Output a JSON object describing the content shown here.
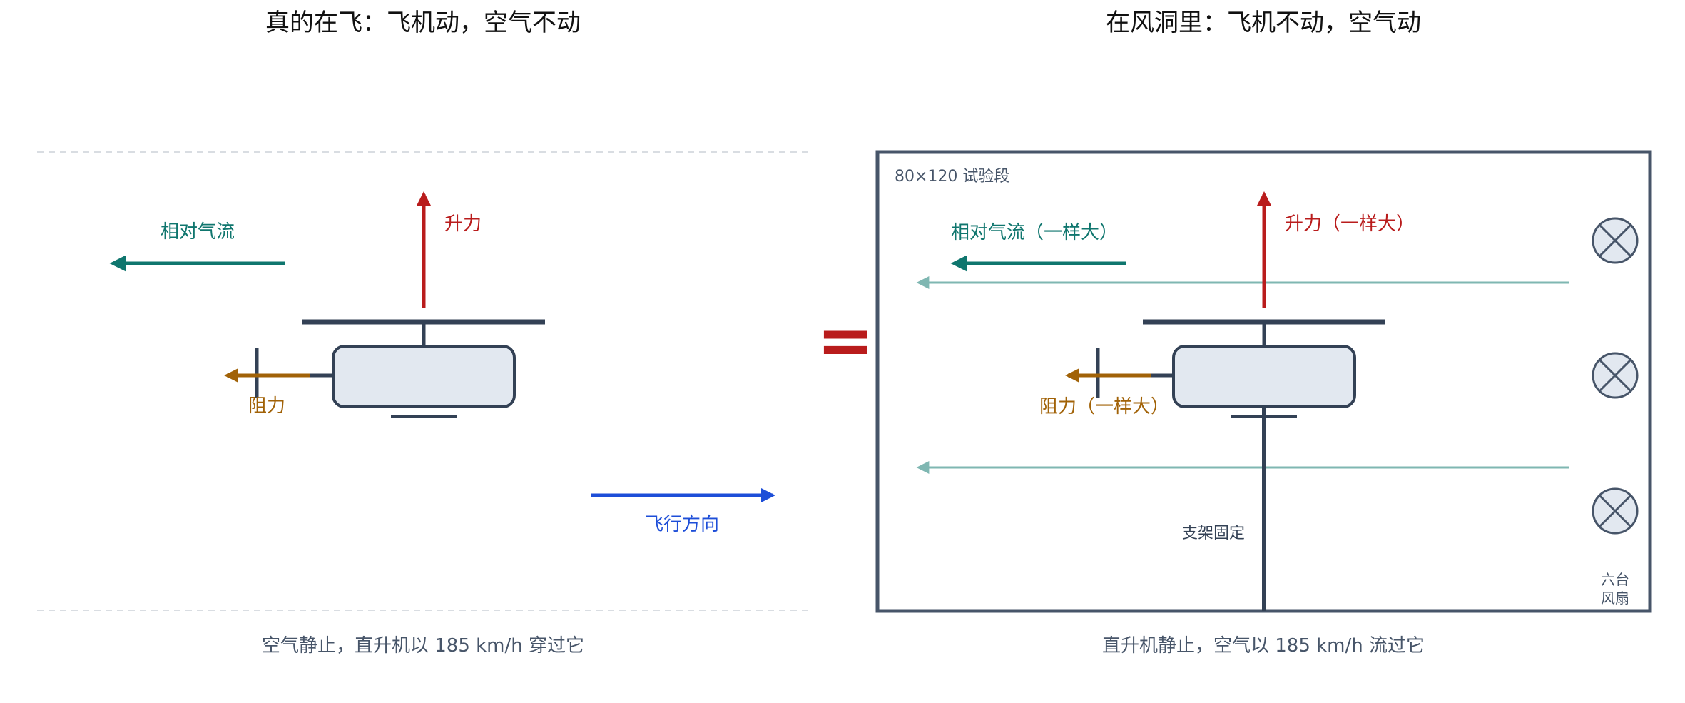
{
  "left_panel": {
    "title": "真的在飞：飞机动，空气不动",
    "airflow_label": "相对气流",
    "lift_label": "升力",
    "drag_label": "阻力",
    "direction_label": "飞行方向",
    "caption": "空气静止，直升机以 185 km/h 穿过它"
  },
  "equals_sign": "=",
  "right_panel": {
    "title": "在风洞里：飞机不动，空气动",
    "section_label": "80×120 试验段",
    "airflow_label": "相对气流（一样大）",
    "lift_label": "升力（一样大）",
    "drag_label": "阻力（一样大）",
    "mount_label": "支架固定",
    "fans_label_line1": "六台",
    "fans_label_line2": "风扇",
    "caption": "直升机静止，空气以 185 km/h 流过它"
  },
  "colors": {
    "airflow": "#0f766e",
    "airflow_light": "#7fb7b2",
    "lift": "#b91c1c",
    "drag": "#a16207",
    "direction": "#1d4ed8",
    "structure": "#334155",
    "frame": "#475569",
    "fuselage_fill": "#e2e8f0",
    "caption": "#475569",
    "divider": "#d9dde2"
  }
}
